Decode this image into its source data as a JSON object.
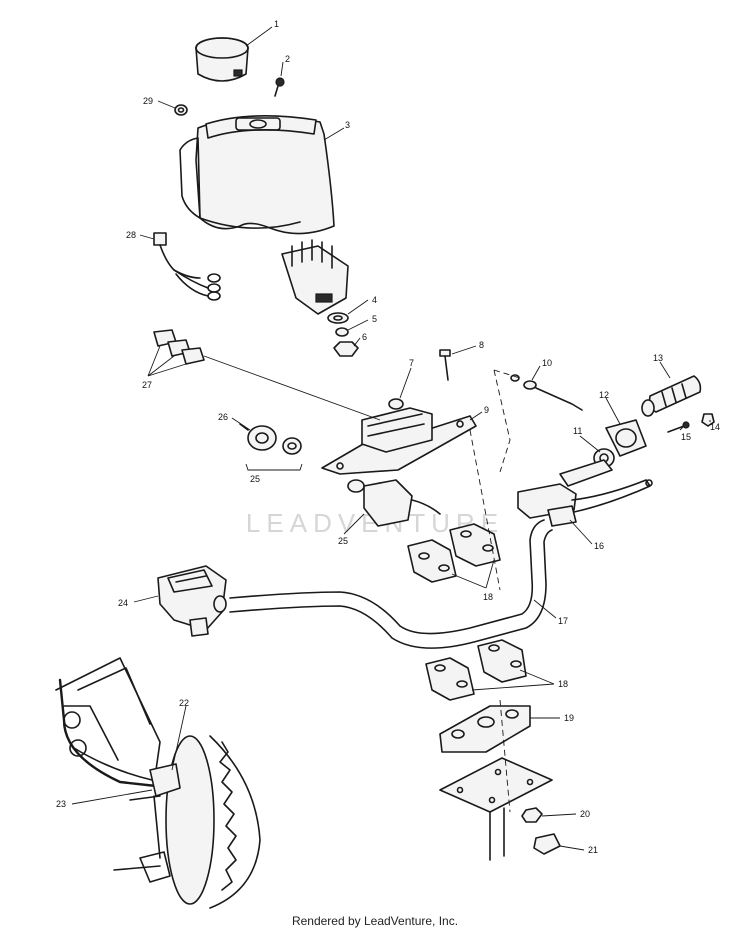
{
  "watermark": "LEADVENTURE",
  "footer": "Rendered by LeadVenture, Inc.",
  "callouts": [
    {
      "id": "1",
      "label": "1"
    },
    {
      "id": "2",
      "label": "2"
    },
    {
      "id": "3",
      "label": "3"
    },
    {
      "id": "4",
      "label": "4"
    },
    {
      "id": "5",
      "label": "5"
    },
    {
      "id": "6",
      "label": "6"
    },
    {
      "id": "7",
      "label": "7"
    },
    {
      "id": "8",
      "label": "8"
    },
    {
      "id": "9",
      "label": "9"
    },
    {
      "id": "10",
      "label": "10"
    },
    {
      "id": "11",
      "label": "11"
    },
    {
      "id": "12",
      "label": "12"
    },
    {
      "id": "13",
      "label": "13"
    },
    {
      "id": "14",
      "label": "14"
    },
    {
      "id": "15",
      "label": "15"
    },
    {
      "id": "16",
      "label": "16"
    },
    {
      "id": "17",
      "label": "17"
    },
    {
      "id": "18a",
      "label": "18"
    },
    {
      "id": "18b",
      "label": "18"
    },
    {
      "id": "19",
      "label": "19"
    },
    {
      "id": "20",
      "label": "20"
    },
    {
      "id": "21",
      "label": "21"
    },
    {
      "id": "22",
      "label": "22"
    },
    {
      "id": "23",
      "label": "23"
    },
    {
      "id": "24",
      "label": "24"
    },
    {
      "id": "25a",
      "label": "25"
    },
    {
      "id": "25b",
      "label": "25"
    },
    {
      "id": "26",
      "label": "26"
    },
    {
      "id": "27",
      "label": "27"
    },
    {
      "id": "28",
      "label": "28"
    },
    {
      "id": "29",
      "label": "29"
    }
  ]
}
